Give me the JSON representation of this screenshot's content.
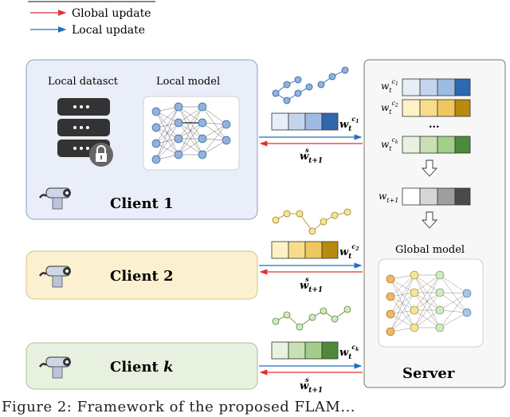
{
  "legend": {
    "global_update": "Global update",
    "local_update": "Local update"
  },
  "client1": {
    "name": "Client 1",
    "dataset_label": "Local datasct",
    "model_label": "Local model"
  },
  "client2": {
    "name": "Client 2"
  },
  "clientk": {
    "name": "Client ",
    "name_k": "k"
  },
  "updates": {
    "local_w": "w",
    "local_sub": "t",
    "sup_c1": "c",
    "sup_c1_idx": "1",
    "sup_c2": "c",
    "sup_c2_idx": "2",
    "sup_ck": "c",
    "sup_ck_idx": "k",
    "global_w": "w",
    "global_sup": "s",
    "global_sub": "t+1"
  },
  "server": {
    "name": "Server",
    "global_model_label": "Global model",
    "agg_label": "w",
    "agg_sub": "t+1",
    "ellipsis": "..."
  },
  "caption": "Figure 2: Framework of the proposed FLAM...",
  "colors": {
    "global_arrow": "#e03131",
    "local_arrow": "#1f6fbf",
    "client1_bg": "#e9eef8",
    "client2_bg": "#fbf0cf",
    "clientk_bg": "#e8f1df",
    "server_bg": "#f7f7f7",
    "blue_vec": [
      "#e7eef8",
      "#c3d5ee",
      "#9dbbe3",
      "#2f68b0"
    ],
    "yellow_vec": [
      "#fdf2c6",
      "#f7dd8a",
      "#eec85c",
      "#b98a10"
    ],
    "green_vec": [
      "#e9f2e0",
      "#c8e0b3",
      "#a3cd8a",
      "#4e8a3a"
    ],
    "gray_vec": [
      "#ffffff",
      "#d6d6d6",
      "#9e9e9e",
      "#4a4a4a"
    ]
  }
}
